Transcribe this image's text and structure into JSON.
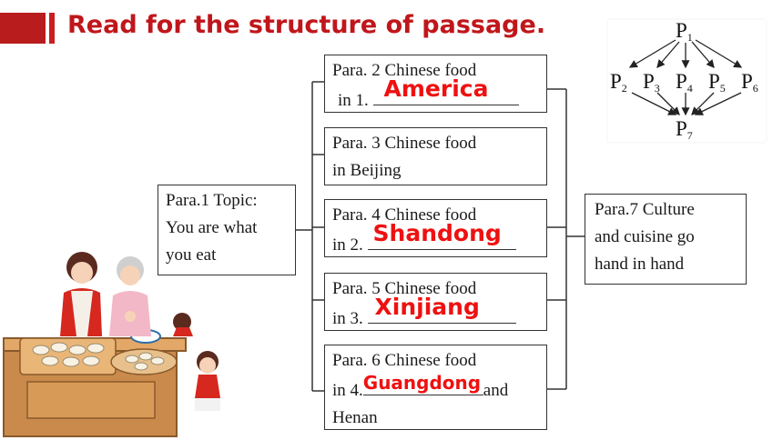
{
  "heading": "Read for the structure of passage.",
  "colors": {
    "accent": "#c0161b",
    "answer": "#ee1111",
    "border": "#333333"
  },
  "topic_box": {
    "lines": [
      "Para.1 Topic:",
      "You are what",
      "you eat"
    ]
  },
  "paragraphs": [
    {
      "lines": [
        "Para. 2 Chinese food",
        "in 1."
      ],
      "answer": "America"
    },
    {
      "lines": [
        "Para. 3 Chinese food",
        "in Beijing"
      ]
    },
    {
      "lines": [
        "Para. 4 Chinese food",
        "in 2."
      ],
      "answer": "Shandong"
    },
    {
      "lines": [
        "Para. 5 Chinese food",
        "in 3."
      ],
      "answer": "Xinjiang"
    },
    {
      "lines": [
        "Para. 6 Chinese food",
        "in 4.",
        "and",
        "Henan"
      ],
      "answer": "Guangdong"
    }
  ],
  "conclusion_box": {
    "lines": [
      "Para.7 Culture",
      "and cuisine go",
      "hand in hand"
    ]
  },
  "reference_diagram": {
    "top": {
      "letter": "P",
      "sub": "1"
    },
    "middle": [
      {
        "letter": "P",
        "sub": "2"
      },
      {
        "letter": "P",
        "sub": "3"
      },
      {
        "letter": "P",
        "sub": "4"
      },
      {
        "letter": "P",
        "sub": "5"
      },
      {
        "letter": "P",
        "sub": "6"
      }
    ],
    "bottom": {
      "letter": "P",
      "sub": "7"
    }
  },
  "illustration": {
    "icon": "dumpling-making-family-illustration"
  }
}
